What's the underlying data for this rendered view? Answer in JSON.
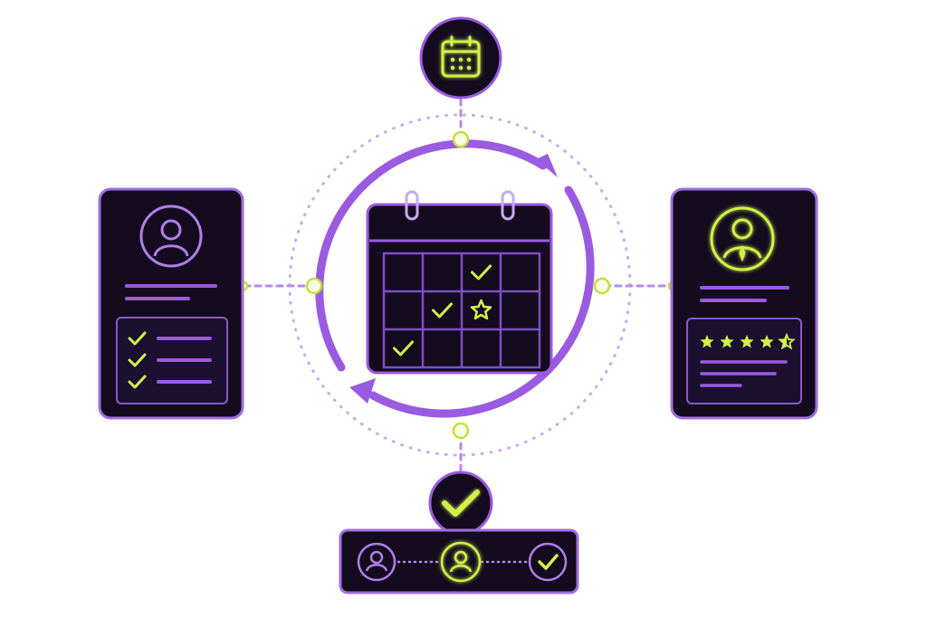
{
  "colors": {
    "background": "#ffffff",
    "panel_fill": "#140b1f",
    "panel_stroke": "#a06ee0",
    "accent_purple": "#9a5be0",
    "purple_light": "#c49bf0",
    "accent_lime": "#d2f24a",
    "grid_line": "#7e4fc0"
  },
  "icons": {
    "top_node": "calendar-icon",
    "left_card": "user-icon",
    "right_card": "user-tie-icon",
    "bottom_node": "check-icon",
    "step_1": "user-icon",
    "step_2": "user-icon",
    "step_3": "check-icon",
    "center": "calendar-icon",
    "cell_marks": [
      "check-icon",
      "check-icon",
      "star-icon",
      "check-icon"
    ]
  },
  "left_card": {
    "checklist_items": 3
  },
  "right_card": {
    "rating": 4.5,
    "rating_max": 5
  },
  "calendar": {
    "rows": 3,
    "cols": 4
  },
  "bottom_flow": {
    "steps": 3
  }
}
